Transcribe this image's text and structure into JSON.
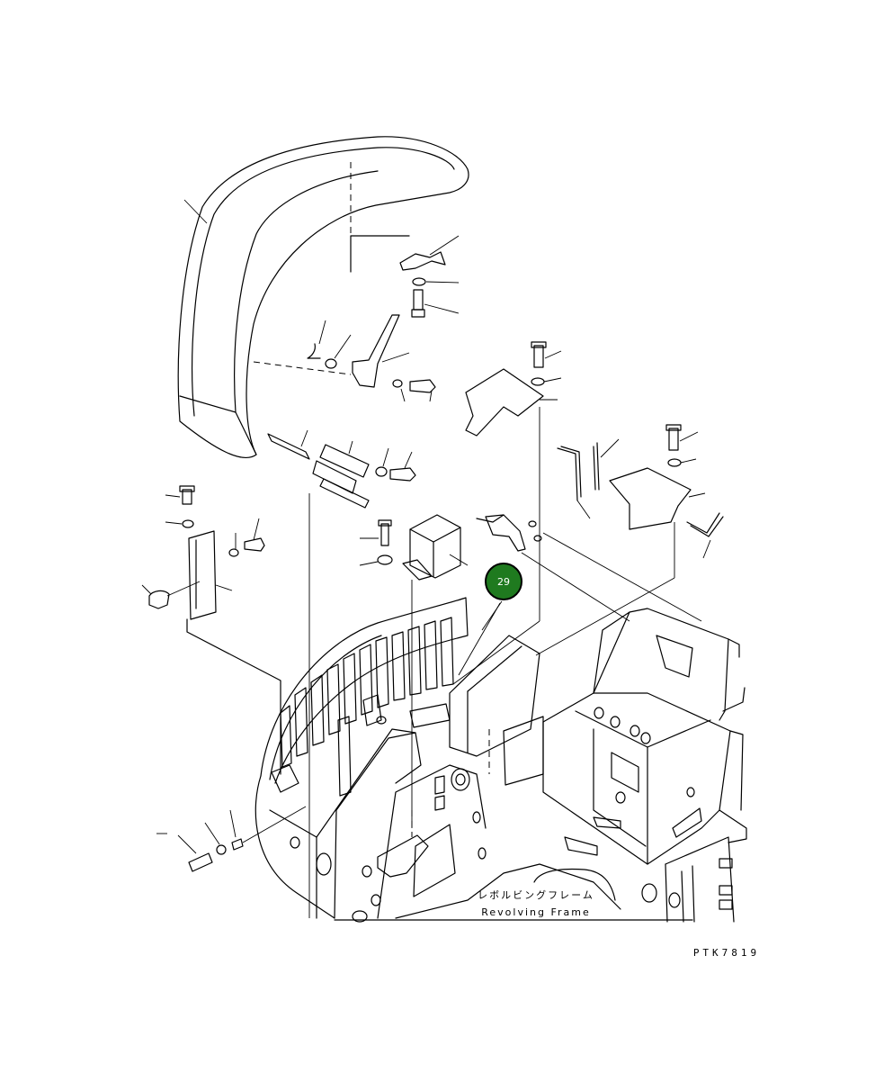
{
  "diagram": {
    "frame_label_jp": "レボルビングフレーム",
    "frame_label_en": "Revolving Frame",
    "drawing_code": "PTK7819",
    "callout": {
      "number": "29",
      "fill_color": "#1f7a1f",
      "ring_color": "#000000"
    }
  }
}
